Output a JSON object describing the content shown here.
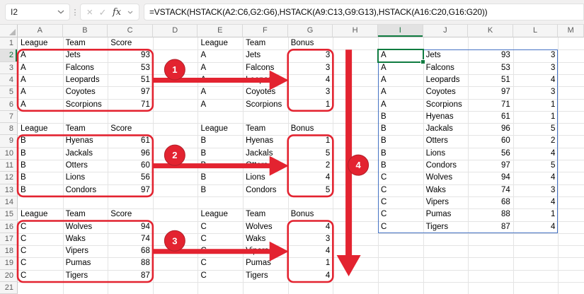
{
  "formula_bar": {
    "name_box": "I2",
    "formula": "=VSTACK(HSTACK(A2:C6,G2:G6),HSTACK(A9:C13,G9:G13),HSTACK(A16:C20,G16:G20))",
    "fx_label": "fx",
    "cancel_glyph": "×",
    "enter_glyph": "✓",
    "kebab_glyph": "⋮"
  },
  "grid": {
    "column_letters": [
      "A",
      "B",
      "C",
      "D",
      "E",
      "F",
      "G",
      "H",
      "I",
      "J",
      "K",
      "L",
      "M"
    ],
    "row_numbers": [
      1,
      2,
      3,
      4,
      5,
      6,
      7,
      8,
      9,
      10,
      11,
      12,
      13,
      14,
      15,
      16,
      17,
      18,
      19,
      20,
      21
    ]
  },
  "selection": {
    "active_cell": "I2",
    "spill_range": "I2:L16",
    "selected_column": "I",
    "selected_row": 2
  },
  "tables": [
    {
      "anchor": "A1",
      "headers": [
        "League",
        "Team",
        "Score"
      ],
      "rows": [
        [
          "A",
          "Jets",
          93
        ],
        [
          "A",
          "Falcons",
          53
        ],
        [
          "A",
          "Leopards",
          51
        ],
        [
          "A",
          "Coyotes",
          97
        ],
        [
          "A",
          "Scorpions",
          71
        ]
      ]
    },
    {
      "anchor": "E1",
      "headers": [
        "League",
        "Team",
        "Bonus"
      ],
      "rows": [
        [
          "A",
          "Jets",
          3
        ],
        [
          "A",
          "Falcons",
          3
        ],
        [
          "A",
          "Leopards",
          4
        ],
        [
          "A",
          "Coyotes",
          3
        ],
        [
          "A",
          "Scorpions",
          1
        ]
      ]
    },
    {
      "anchor": "A8",
      "headers": [
        "League",
        "Team",
        "Score"
      ],
      "rows": [
        [
          "B",
          "Hyenas",
          61
        ],
        [
          "B",
          "Jackals",
          96
        ],
        [
          "B",
          "Otters",
          60
        ],
        [
          "B",
          "Lions",
          56
        ],
        [
          "B",
          "Condors",
          97
        ]
      ]
    },
    {
      "anchor": "E8",
      "headers": [
        "League",
        "Team",
        "Bonus"
      ],
      "rows": [
        [
          "B",
          "Hyenas",
          1
        ],
        [
          "B",
          "Jackals",
          5
        ],
        [
          "B",
          "Otters",
          2
        ],
        [
          "B",
          "Lions",
          4
        ],
        [
          "B",
          "Condors",
          5
        ]
      ]
    },
    {
      "anchor": "A15",
      "headers": [
        "League",
        "Team",
        "Score"
      ],
      "rows": [
        [
          "C",
          "Wolves",
          94
        ],
        [
          "C",
          "Waks",
          74
        ],
        [
          "C",
          "Vipers",
          68
        ],
        [
          "C",
          "Pumas",
          88
        ],
        [
          "C",
          "Tigers",
          87
        ]
      ]
    },
    {
      "anchor": "E15",
      "headers": [
        "League",
        "Team",
        "Bonus"
      ],
      "rows": [
        [
          "C",
          "Wolves",
          4
        ],
        [
          "C",
          "Waks",
          3
        ],
        [
          "C",
          "Vipers",
          4
        ],
        [
          "C",
          "Pumas",
          1
        ],
        [
          "C",
          "Tigers",
          4
        ]
      ]
    },
    {
      "anchor": "I2",
      "headers": null,
      "rows": [
        [
          "A",
          "Jets",
          93,
          3
        ],
        [
          "A",
          "Falcons",
          53,
          3
        ],
        [
          "A",
          "Leopards",
          51,
          4
        ],
        [
          "A",
          "Coyotes",
          97,
          3
        ],
        [
          "A",
          "Scorpions",
          71,
          1
        ],
        [
          "B",
          "Hyenas",
          61,
          1
        ],
        [
          "B",
          "Jackals",
          96,
          5
        ],
        [
          "B",
          "Otters",
          60,
          2
        ],
        [
          "B",
          "Lions",
          56,
          4
        ],
        [
          "B",
          "Condors",
          97,
          5
        ],
        [
          "C",
          "Wolves",
          94,
          4
        ],
        [
          "C",
          "Waks",
          74,
          3
        ],
        [
          "C",
          "Vipers",
          68,
          4
        ],
        [
          "C",
          "Pumas",
          88,
          1
        ],
        [
          "C",
          "Tigers",
          87,
          4
        ]
      ]
    }
  ],
  "annotations": {
    "boxes": [
      "A2:C6",
      "G2:G6",
      "A9:C13",
      "G9:G13",
      "A16:C20",
      "G16:G20"
    ],
    "arrows": [
      {
        "label": "1",
        "type": "horizontal",
        "from": "A2:C6",
        "to": "G2:G6"
      },
      {
        "label": "2",
        "type": "horizontal",
        "from": "A9:C13",
        "to": "G9:G13"
      },
      {
        "label": "3",
        "type": "horizontal",
        "from": "A16:C20",
        "to": "G16:G20"
      },
      {
        "label": "4",
        "type": "vertical",
        "over_column": "H",
        "from_row": 2,
        "to_row": 20
      }
    ]
  },
  "colors": {
    "annotation_red": "#e32330",
    "badge_stroke": "#b01f29",
    "selection_green": "#107c41",
    "spill_blue": "#4472c4"
  }
}
